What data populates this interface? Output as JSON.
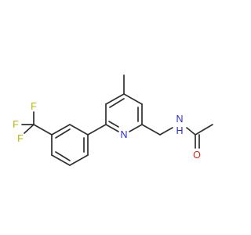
{
  "molecule": {
    "atoms": [
      {
        "id": "n_amide",
        "symbol": "N",
        "hydrogen": "H",
        "color": "#2727d8"
      },
      {
        "id": "o_carbonyl",
        "symbol": "O",
        "color": "#e0210f"
      },
      {
        "id": "n_pyridine",
        "symbol": "N",
        "color": "#2727d8"
      },
      {
        "id": "f_1",
        "symbol": "F",
        "color": "#b8b800"
      },
      {
        "id": "f_2",
        "symbol": "F",
        "color": "#b8b800"
      },
      {
        "id": "f_3",
        "symbol": "F",
        "color": "#b8b800"
      }
    ],
    "bond_color": "#303030"
  }
}
